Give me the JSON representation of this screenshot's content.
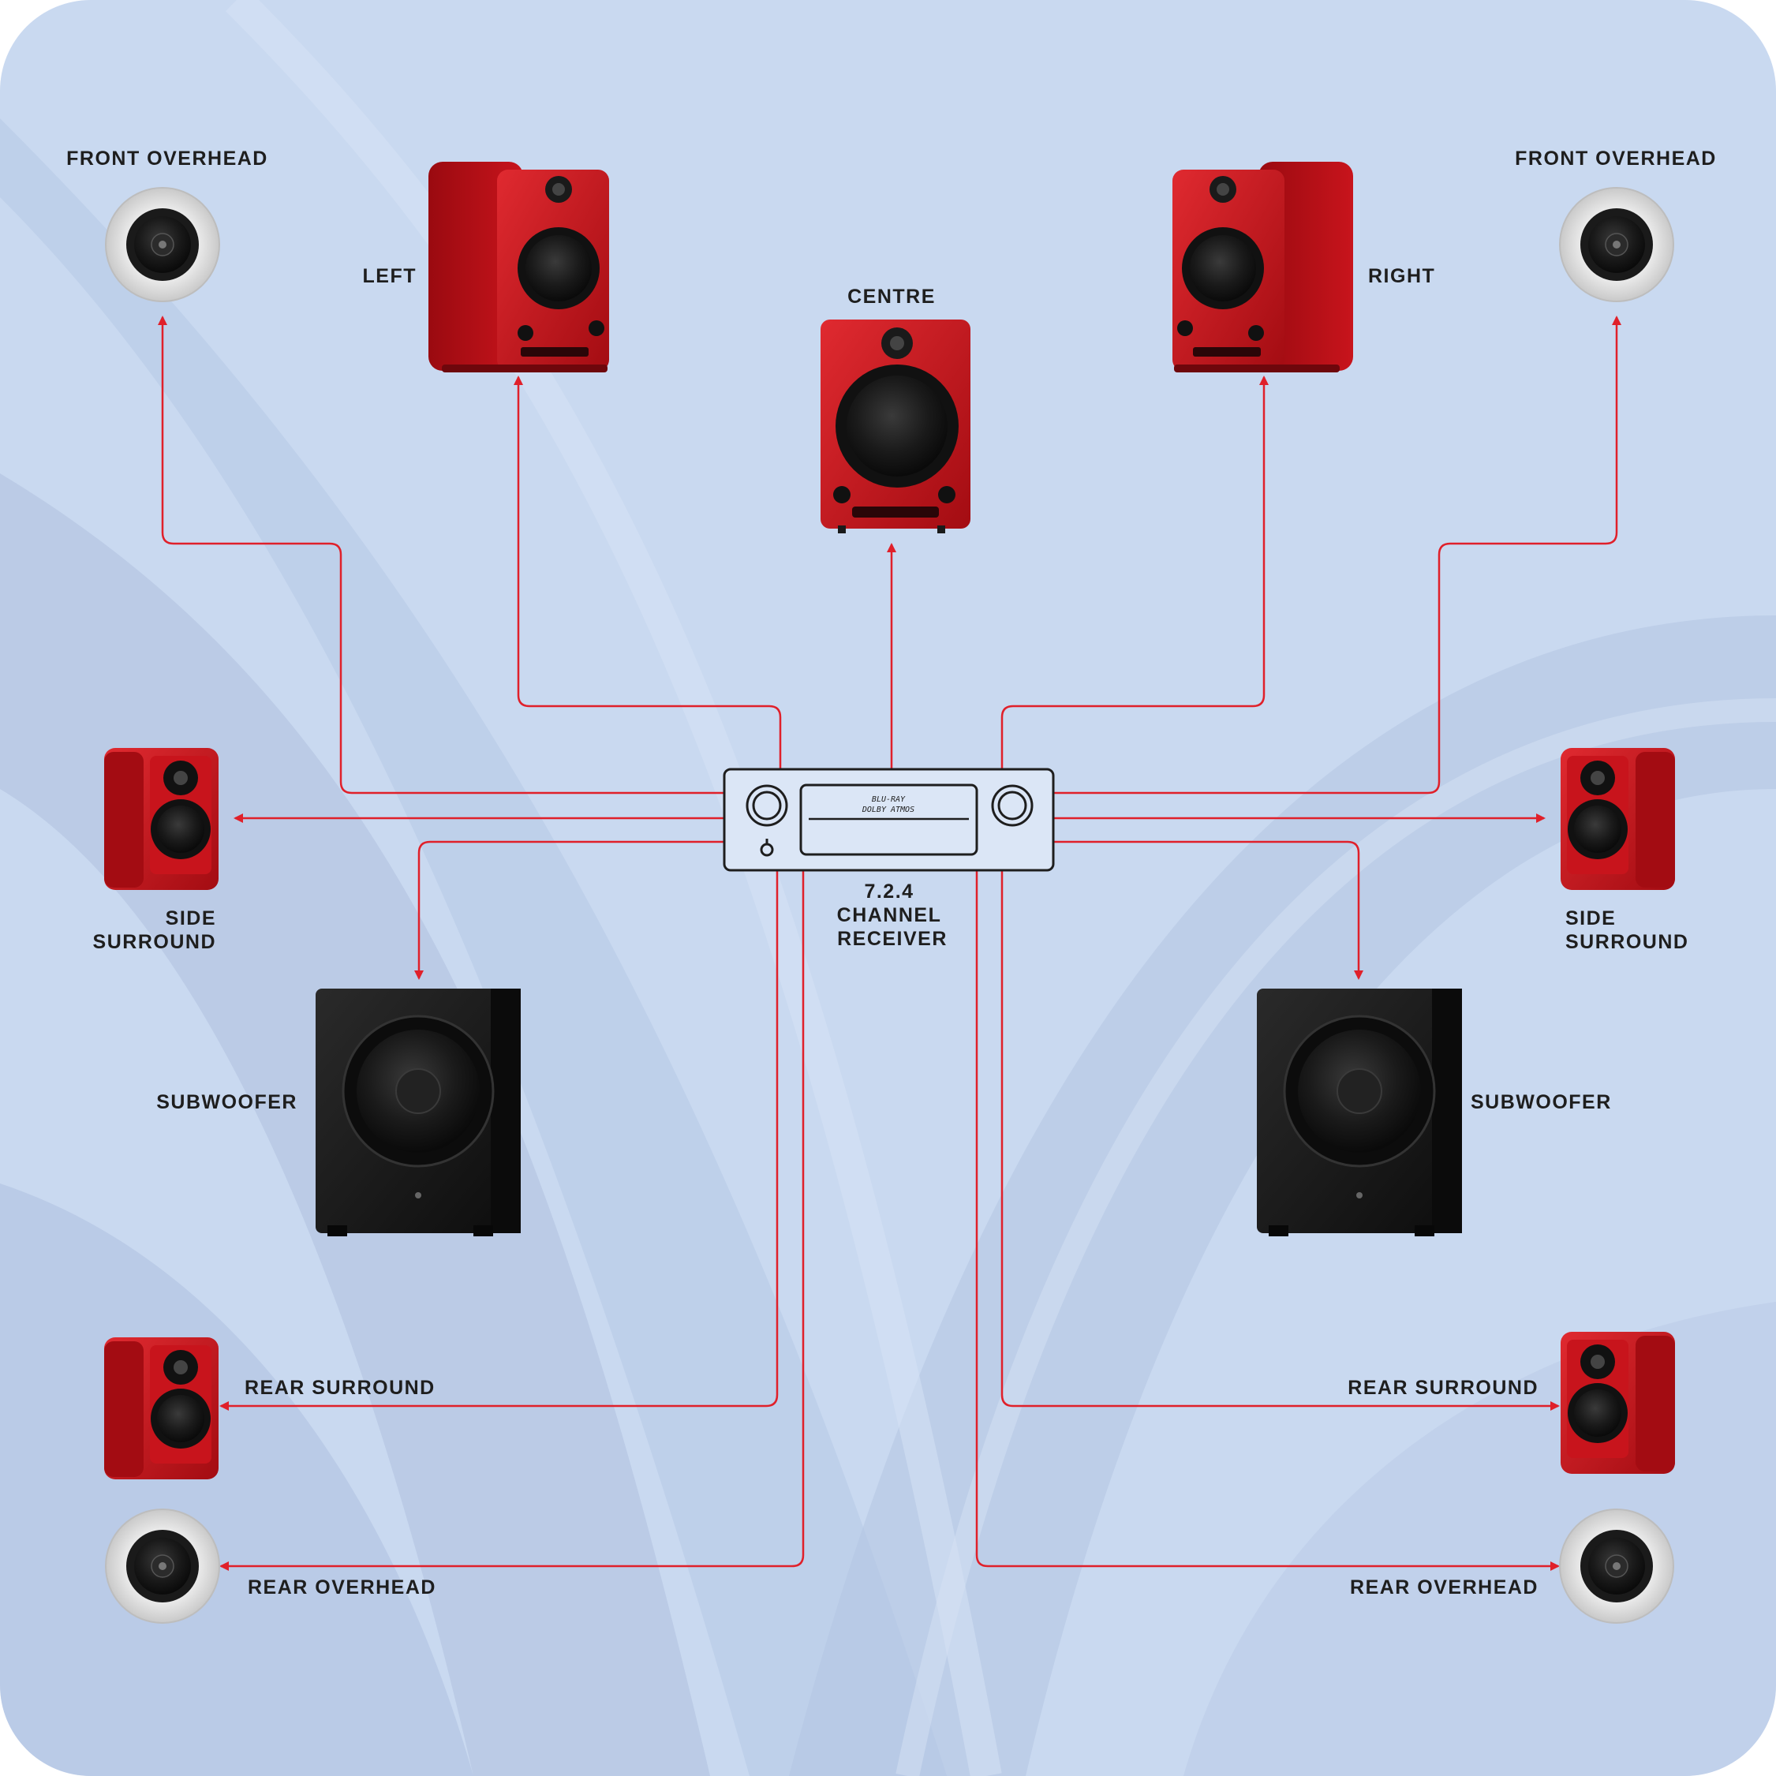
{
  "colors": {
    "background": "#c9d9f0",
    "wire": "#e0202a",
    "speaker_red": "#c8141c",
    "subwoofer_black": "#151515",
    "label_text": "#1e1e1e"
  },
  "receiver": {
    "line1": "7.2.4",
    "line2": "CHANNEL",
    "line3": "RECEIVER",
    "display_line1": "BLU-RAY",
    "display_line2": "DOLBY ATMOS"
  },
  "labels": {
    "front_overhead_left": "FRONT OVERHEAD",
    "front_overhead_right": "FRONT OVERHEAD",
    "left": "LEFT",
    "centre": "CENTRE",
    "right": "RIGHT",
    "side_surround_left_1": "SIDE",
    "side_surround_left_2": "SURROUND",
    "side_surround_right_1": "SIDE",
    "side_surround_right_2": "SURROUND",
    "subwoofer_left": "SUBWOOFER",
    "subwoofer_right": "SUBWOOFER",
    "rear_surround_left": "REAR SURROUND",
    "rear_surround_right": "REAR SURROUND",
    "rear_overhead_left": "REAR OVERHEAD",
    "rear_overhead_right": "REAR OVERHEAD"
  },
  "icons": [
    "ceiling-speaker-icon",
    "bookshelf-speaker-icon",
    "centre-speaker-icon",
    "satellite-speaker-icon",
    "subwoofer-icon",
    "receiver-icon"
  ]
}
